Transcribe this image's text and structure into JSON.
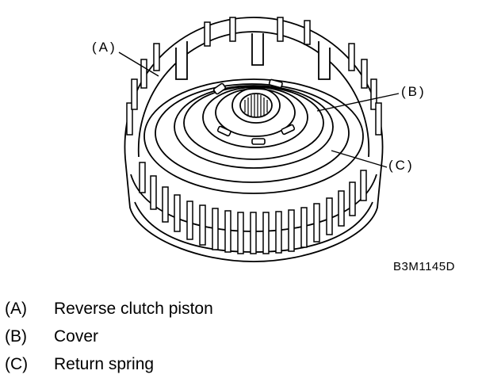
{
  "figure": {
    "callouts": {
      "a": "(A)",
      "b": "(B)",
      "c": "(C)"
    },
    "figure_id": "B3M1145D",
    "colors": {
      "ink": "#000000",
      "paper": "#ffffff"
    }
  },
  "legend": [
    {
      "key": "(A)",
      "label": "Reverse clutch piston"
    },
    {
      "key": "(B)",
      "label": "Cover"
    },
    {
      "key": "(C)",
      "label": "Return spring"
    }
  ]
}
